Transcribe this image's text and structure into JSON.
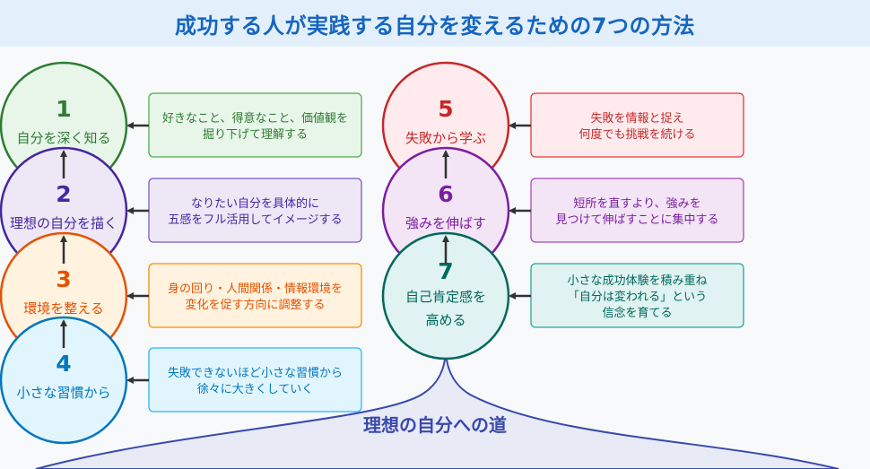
{
  "title": "成功する人が実践する自分を変えるための7つの方法",
  "path_label": "理想の自分への道",
  "steps": [
    {
      "number": "1",
      "label_lines": [
        "自分を深く知る"
      ],
      "desc_lines": [
        "好きなこと、得意なこと、価値観を",
        "掘り下げて理解する"
      ],
      "color": "#2e7d32",
      "fill": "#e8f5e9",
      "box_border": "#4caf50"
    },
    {
      "number": "2",
      "label_lines": [
        "理想の自分を描く"
      ],
      "desc_lines": [
        "なりたい自分を具体的に",
        "五感をフル活用してイメージする"
      ],
      "color": "#4527a0",
      "fill": "#ede7f6",
      "box_border": "#7e57c2"
    },
    {
      "number": "3",
      "label_lines": [
        "環境を整える"
      ],
      "desc_lines": [
        "身の回り・人間関係・情報環境を",
        "変化を促す方向に調整する"
      ],
      "color": "#e65100",
      "fill": "#fff3e0",
      "box_border": "#fb8c00"
    },
    {
      "number": "4",
      "label_lines": [
        "小さな習慣から"
      ],
      "desc_lines": [
        "失敗できないほど小さな習慣から",
        "徐々に大きくしていく"
      ],
      "color": "#0277bd",
      "fill": "#e1f5fe",
      "box_border": "#29b6f6"
    },
    {
      "number": "5",
      "label_lines": [
        "失敗から学ぶ"
      ],
      "desc_lines": [
        "失敗を情報と捉え",
        "何度でも挑戦を続ける"
      ],
      "color": "#c62828",
      "fill": "#ffebee",
      "box_border": "#e53935"
    },
    {
      "number": "6",
      "label_lines": [
        "強みを伸ばす"
      ],
      "desc_lines": [
        "短所を直すより、強みを",
        "見つけて伸ばすことに集中する"
      ],
      "color": "#7b1fa2",
      "fill": "#f3e5f5",
      "box_border": "#ab47bc"
    },
    {
      "number": "7",
      "label_lines": [
        "自己肯定感を",
        "高める"
      ],
      "desc_lines": [
        "小さな成功体験を積み重ね",
        "「自分は変われる」という",
        "信念を育てる"
      ],
      "color": "#00695c",
      "fill": "#e0f2f1",
      "box_border": "#26a69a"
    }
  ],
  "colors": {
    "title": "#1565c0",
    "title_bg": "#e3f0fc",
    "path_stroke": "#3949ab",
    "path_fill": "#e8eaf6",
    "arrow": "#333333"
  }
}
